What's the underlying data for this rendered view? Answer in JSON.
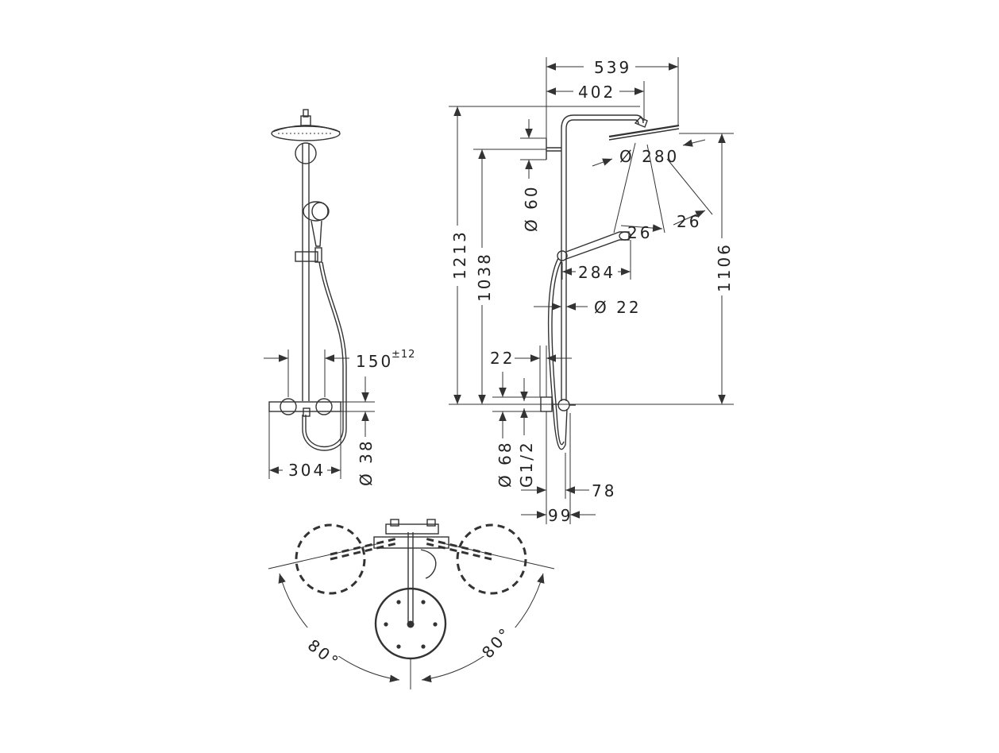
{
  "front_view": {
    "dim_width": "304",
    "dim_offset": "150",
    "dim_offset_tol": "±12",
    "dim_diameter": "Ø 38"
  },
  "side_view": {
    "dim_total_reach": "539",
    "dim_arm_reach": "402",
    "dim_head_diameter": "Ø 280",
    "dim_wall_diameter": "Ø 60",
    "dim_angle_1": "26",
    "dim_angle_2": "26",
    "dim_hand_reach": "284",
    "dim_rail_diameter": "Ø 22",
    "dim_height_total": "1213",
    "dim_height_arm": "1038",
    "dim_height_head": "1106",
    "dim_wall_gap": "22",
    "dim_inlet_diameter": "Ø 68",
    "dim_thread": "G1/2",
    "dim_depth_78": "78",
    "dim_depth_99": "99"
  },
  "top_view": {
    "angle_left": "80°",
    "angle_right": "80°"
  }
}
